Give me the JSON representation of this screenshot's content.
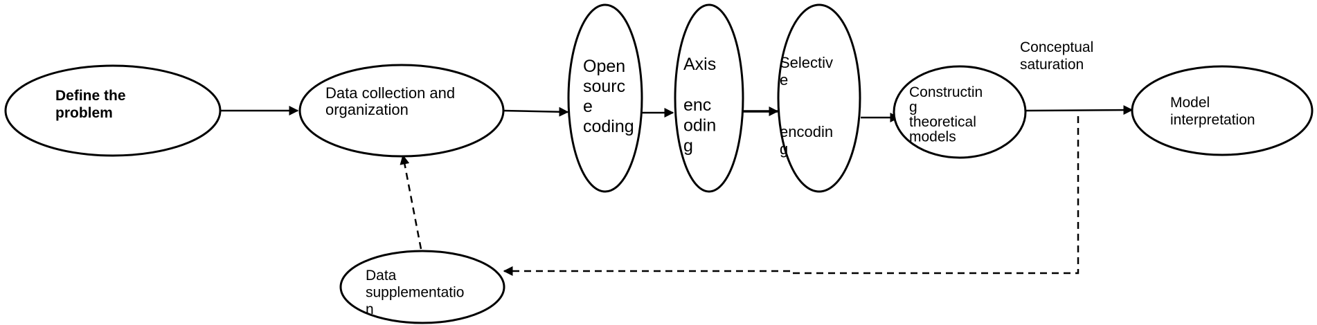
{
  "nodes": {
    "define_problem": {
      "lines": [
        "Define the",
        "problem"
      ]
    },
    "data_collection": {
      "lines": [
        "Data collection and",
        "organization"
      ]
    },
    "open_source_coding": {
      "lines": [
        "Open",
        "sourc",
        "e",
        "coding"
      ]
    },
    "axis_encoding": {
      "lines": [
        "Axis",
        "",
        "enc",
        "odin",
        "g"
      ]
    },
    "selective_encoding": {
      "lines": [
        "Selectiv",
        "e",
        "",
        "",
        "encodin",
        "g"
      ]
    },
    "constructing_models": {
      "lines": [
        "Constructin",
        "g",
        "theoretical",
        "models"
      ]
    },
    "model_interpretation": {
      "lines": [
        "Model",
        "interpretation"
      ]
    },
    "data_supplementation": {
      "lines": [
        "Data",
        "supplementatio",
        "n"
      ]
    }
  },
  "labels": {
    "conceptual_saturation": [
      "Conceptual",
      "saturation"
    ]
  },
  "edges": [
    {
      "from": "define_problem",
      "to": "data_collection",
      "style": "solid"
    },
    {
      "from": "data_collection",
      "to": "open_source_coding",
      "style": "solid"
    },
    {
      "from": "open_source_coding",
      "to": "axis_encoding",
      "style": "solid"
    },
    {
      "from": "axis_encoding",
      "to": "selective_encoding",
      "style": "solid"
    },
    {
      "from": "selective_encoding",
      "to": "constructing_models",
      "style": "solid"
    },
    {
      "from": "constructing_models",
      "to": "model_interpretation",
      "style": "solid"
    },
    {
      "from": "model_interpretation",
      "to": "data_supplementation",
      "style": "dashed"
    },
    {
      "from": "data_supplementation",
      "to": "data_collection",
      "style": "dashed"
    }
  ],
  "colors": {
    "stroke": "#000000",
    "fill": "#ffffff",
    "text": "#000000"
  }
}
